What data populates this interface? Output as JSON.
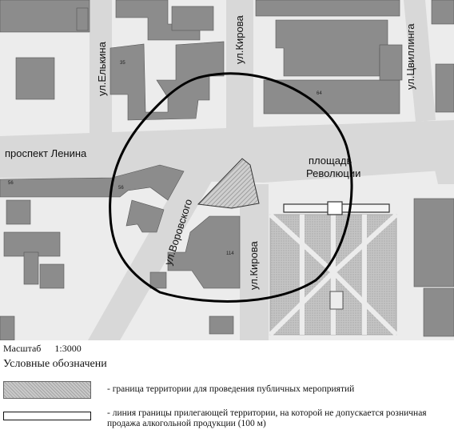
{
  "map": {
    "streets": {
      "elkina": "ул.Елькина",
      "kirova_north": "ул.Кирова",
      "tsvillinga": "ул.Цвиллинга",
      "lenina": "проспект Ленина",
      "vorovskogo": "ул.Воровского",
      "kirova_south": "ул.Кирова"
    },
    "square": {
      "line1": "площадь",
      "line2": "Революции"
    },
    "colors": {
      "building": "#8c8c8c",
      "road": "#d6d6d6",
      "block": "#ececec",
      "park": "#bfbfbf",
      "boundary": "#000000"
    }
  },
  "scale": {
    "label": "Масштаб",
    "value": "1:3000"
  },
  "legend": {
    "title": "Условные обозначени",
    "items": [
      {
        "swatch": "hatch",
        "text": "- граница территории для проведения публичных мероприятий"
      },
      {
        "swatch": "line",
        "text": "- линия границы прилегающей территории, на которой не допускается розничная продажа алкогольной продукции (100 м)"
      }
    ]
  }
}
